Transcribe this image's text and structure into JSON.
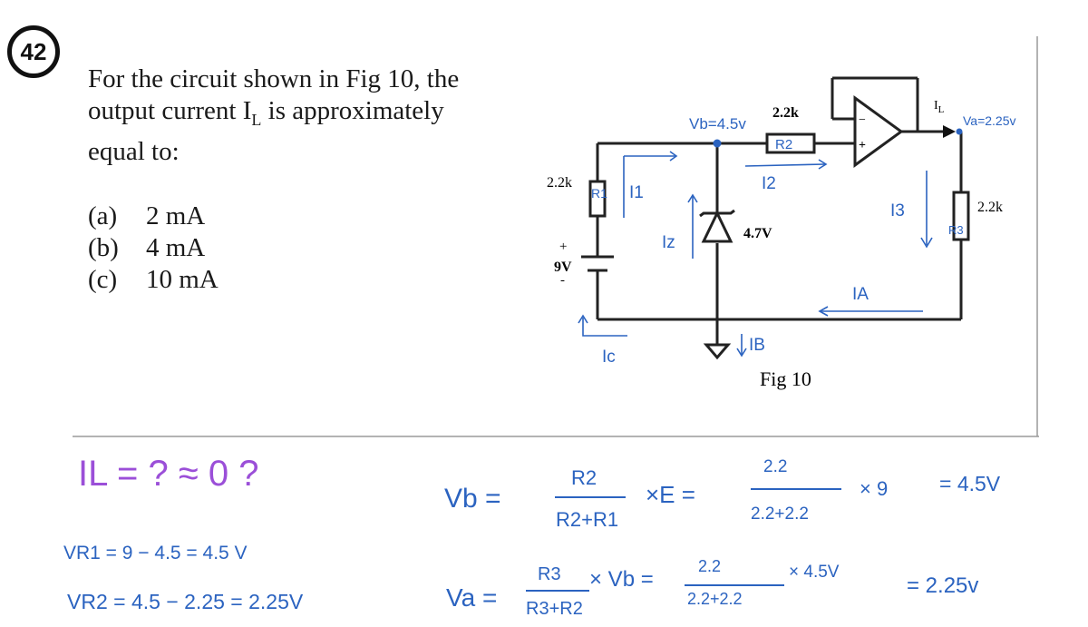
{
  "problem_number": "42",
  "question": {
    "lines": [
      "For the circuit shown in Fig 10, the",
      "output current I",
      "L",
      " is approximately",
      "equal to:"
    ],
    "options": [
      {
        "key": "(a)",
        "value": "2 mA"
      },
      {
        "key": "(b)",
        "value": "4 mA"
      },
      {
        "key": "(c)",
        "value": "10 mA"
      }
    ]
  },
  "figure": {
    "caption": "Fig 10",
    "r1_value": "2.2k",
    "r2_value": "2.2k",
    "r3_value": "2.2k",
    "battery_value": "9V",
    "battery_plus": "+",
    "battery_minus": "-",
    "zener_value": "4.7V",
    "il_label": "I",
    "il_sub": "L",
    "opamp_minus": "−",
    "opamp_plus": "+"
  },
  "annotations": {
    "vb_node": "Vb=4.5v",
    "va_node": "Va=2.25v",
    "r1": "R1",
    "r2": "R2",
    "r3": "R3",
    "i1": "I1",
    "i2": "I2",
    "i3": "I3",
    "iz": "Iz",
    "ia": "IA",
    "ib": "IB",
    "ic": "Ic"
  },
  "work": {
    "il_guess": "IL = ? ≈ 0 ?",
    "vr1": "VR1 = 9 − 4.5 = 4.5 V",
    "vr2": "VR2 = 4.5 − 2.25 = 2.25V",
    "vb_lhs": "Vb =",
    "vb_num": "R2",
    "vb_den": "R2+R1",
    "vb_times_e": "×E =",
    "vb_num2": "2.2",
    "vb_den2": "2.2+2.2",
    "vb_times9": "× 9",
    "vb_result": "= 4.5V",
    "va_lhs": "Va =",
    "va_num": "R3",
    "va_den": "R3+R2",
    "va_times_vb": "× Vb =",
    "va_num2": "2.2",
    "va_den2": "2.2+2.2",
    "va_times": "× 4.5V",
    "va_result": "= 2.25v"
  }
}
